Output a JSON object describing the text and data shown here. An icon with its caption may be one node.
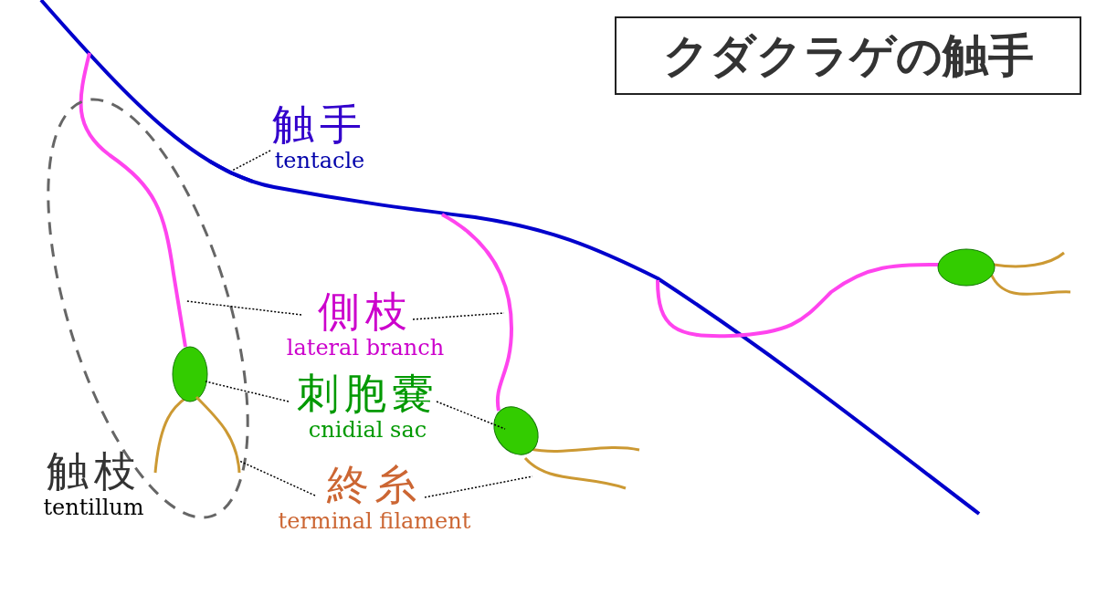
{
  "diagram": {
    "title": "クダクラゲの触手",
    "nodes": [
      {
        "text": [
          "触手",
          "tentacle"
        ]
      },
      {
        "text": [],
        "shape": "line"
      },
      {
        "text": [
          "触枝",
          "tentillum"
        ]
      },
      {
        "text": [
          "側枝",
          "lateral branch"
        ]
      },
      {
        "text": [],
        "shape": "line"
      },
      {
        "text": [],
        "shape": "line"
      },
      {
        "text": [
          "刺胞嚢",
          "cnidial sac"
        ]
      },
      {
        "text": [],
        "shape": "ellipse"
      },
      {
        "text": [],
        "shape": "ellipse"
      },
      {
        "text": [
          "終糸",
          "terminal filament"
        ]
      },
      {
        "text": [],
        "shape": "line"
      },
      {
        "text": [],
        "shape": "line"
      }
    ],
    "edges": [
      {
        "from": 0,
        "to": 1,
        "arrow": "none",
        "style": "dashed"
      },
      {
        "from": 3,
        "to": 4,
        "arrow": "none",
        "style": "dashed"
      },
      {
        "from": 3,
        "to": 5,
        "arrow": "none",
        "style": "dashed"
      },
      {
        "from": 6,
        "to": 7,
        "arrow": "none",
        "style": "dashed"
      },
      {
        "from": 6,
        "to": 8,
        "arrow": "none",
        "style": "dashed"
      },
      {
        "from": 9,
        "to": 10,
        "arrow": "none",
        "style": "dashed"
      },
      {
        "from": 9,
        "to": 11,
        "arrow": "none",
        "style": "dashed"
      }
    ]
  }
}
